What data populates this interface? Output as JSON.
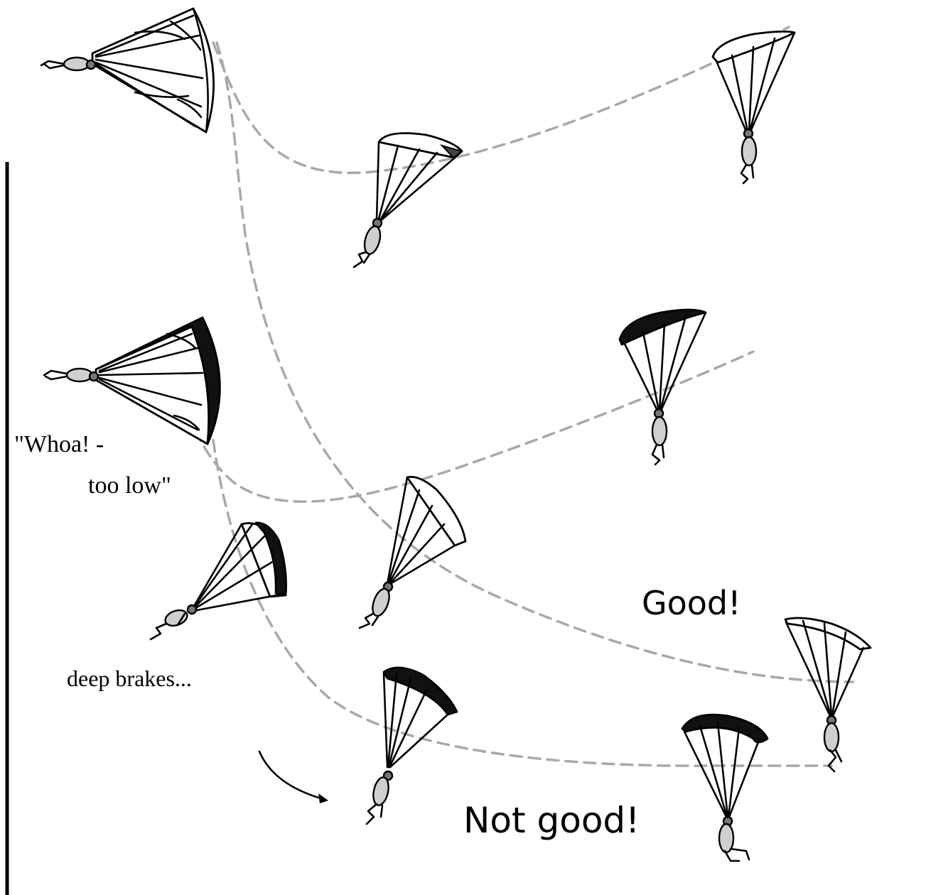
{
  "annotations": {
    "whoa_line1": "\"Whoa! -",
    "whoa_line2": "too low\"",
    "deep_brakes": "deep brakes...",
    "good": "Good!",
    "not_good": "Not good!"
  },
  "colors": {
    "flight_path": "#a9a9a9",
    "ink": "#000000",
    "pilot_body": "#cfcfcf",
    "dark_canopy": "#111111"
  },
  "icons": [
    "paraglider-icon",
    "curved-arrow-icon"
  ]
}
